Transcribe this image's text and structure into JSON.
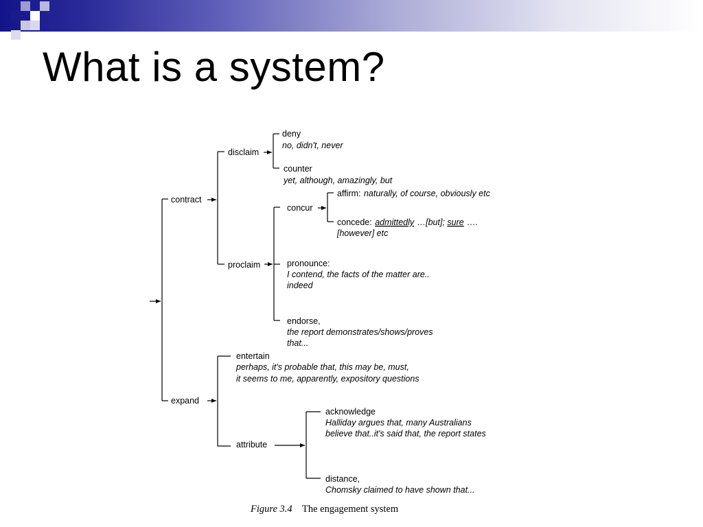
{
  "slide": {
    "title": "What is a system?",
    "accent_color": "#1a1a8c"
  },
  "diagram": {
    "contract": "contract",
    "disclaim": "disclaim",
    "deny": "deny",
    "deny_ex": "no, didn't, never",
    "counter": "counter",
    "counter_ex": "yet, although, amazingly, but",
    "proclaim": "proclaim",
    "concur": "concur",
    "affirm": "affirm:",
    "affirm_ex": "naturally, of course, obviously etc",
    "concede": "concede:",
    "concede_ex_1a": "admittedly",
    "concede_ex_1b": "…[but]; ",
    "concede_ex_1c": "sure",
    "concede_ex_1d": "….",
    "concede_ex_2": "[however] etc",
    "pronounce": "pronounce:",
    "pronounce_ex_1": "I contend, the facts of the matter are..",
    "pronounce_ex_2": "indeed",
    "endorse": "endorse,",
    "endorse_ex_1": "the report demonstrates/shows/proves",
    "endorse_ex_2": "that...",
    "expand": "expand",
    "entertain": "entertain",
    "entertain_ex_1": "perhaps, it's probable that, this may be, must,",
    "entertain_ex_2": "it seems to me, apparently, expository questions",
    "attribute": "attribute",
    "acknowledge": "acknowledge",
    "acknowledge_ex_1": "Halliday argues that, many Australians",
    "acknowledge_ex_2": "believe that..it's said that, the report states",
    "distance": "distance,",
    "distance_ex": "Chomsky claimed to have shown that...",
    "caption_number": "Figure 3.4",
    "caption_text": "The engagement system"
  }
}
